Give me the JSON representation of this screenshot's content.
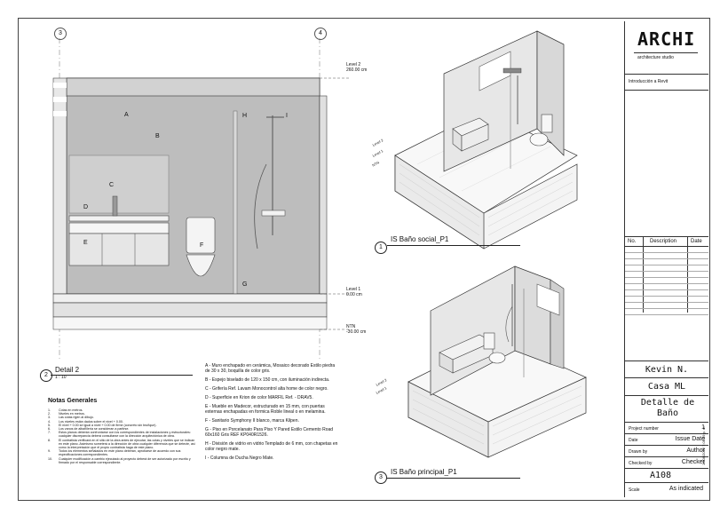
{
  "section": {
    "grid_left": "3",
    "grid_right": "4",
    "levels": [
      {
        "name": "Level 2",
        "value": "260.00 cm"
      },
      {
        "name": "Level 1",
        "value": "0.00 cm"
      },
      {
        "name": "NTN",
        "value": "-30.00 cm"
      }
    ],
    "tags": [
      "A",
      "B",
      "C",
      "D",
      "E",
      "F",
      "G",
      "H",
      "I"
    ]
  },
  "detail_view": {
    "number": "2",
    "title": "Detail 2",
    "scale": "1 : 10"
  },
  "views": [
    {
      "number": "1",
      "title": "IS Baño social_P1"
    },
    {
      "number": "3",
      "title": "IS Baño principal_P1"
    }
  ],
  "iso_levels": [
    "Level 2",
    "Level 1",
    "NTN"
  ],
  "notes": {
    "title": "Notas Generales",
    "items": [
      "Cotas en metros.",
      "Niveles en metros.",
      "Las cotas rigen al dibujo.",
      "Los niveles están dados sobre el nivel + 0.00.",
      "El nivel + 0.00 se igual a nivel + 0.00 de firme (concreto sin bruñque).",
      "Los vanos de albañilería se consideran a partirse.",
      "Estos planos deberán confrontarse con los correspondientes de instalaciones y estructurales: cualquier discrepancia deberá consultarse con la dirección arquitectónica de obra.",
      "El contratista verificará en el sitio de la obra antes de ejecutar, las cotas y niveles que se indican en este plano. Asimismo someterá a la dirección de obra cualquier diferencia que se detecte, así como la interpretación que el propio contratista haga de este plano.",
      "Todos los elementos señalados en este plano deberán, aprobarse de acuerdo con sus especificaciones correspondientes.",
      "Cualquier modificación a cambio ejecutado al proyecto deberá de ser autorizado por escrito y firmado por el responsable correspondiente."
    ]
  },
  "legend": [
    "A - Muro enchapado en cerámica, Mosaico decorado Estilo piedra de 30 x 30, boquilla de color gris.",
    "B - Espejo biselado de 120 x 150 cm, con iluminación indirecta.",
    "C - Grifería Ref. Lavam Monocontrol alta home de color negro.",
    "D - Superficie en Krion de color MARFIL Ref. - DRAV5.",
    "E - Mueble en Madecor, estructurado en 15 mm, con puertas externas enchapadas en formica Roble lineal o en melamina.",
    "F - Sanitario Symphony II blanco, marca Kilpen.",
    "G - Piso en Porcelanato Para Piso Y Pared Estilo Cemento Road 60x160 Gris REF KP040R1526.",
    "H - División de vidrio en vidrio Templado de 6 mm, con chapetas en color negro mate.",
    "I - Columna de Ducha Negro Mate."
  ],
  "title_block": {
    "brand": "ARCHI",
    "brand_sub": "architecture studio",
    "course": "Introducción a Revit",
    "rev_headers": [
      "No.",
      "Description",
      "Date"
    ],
    "client": "Kevin N.",
    "project": "Casa ML",
    "sheet_name": "Detalle de Baño",
    "rows": [
      {
        "label": "Project number",
        "value": "1"
      },
      {
        "label": "Date",
        "value": "Issue Date"
      },
      {
        "label": "Drawn by",
        "value": "Author"
      },
      {
        "label": "Checked by",
        "value": "Checker"
      }
    ],
    "sheet_number": "A108",
    "scale_label": "Scale",
    "scale_value": "As indicated",
    "timestamp": "16/06/2022 7:09:29 p. m."
  }
}
